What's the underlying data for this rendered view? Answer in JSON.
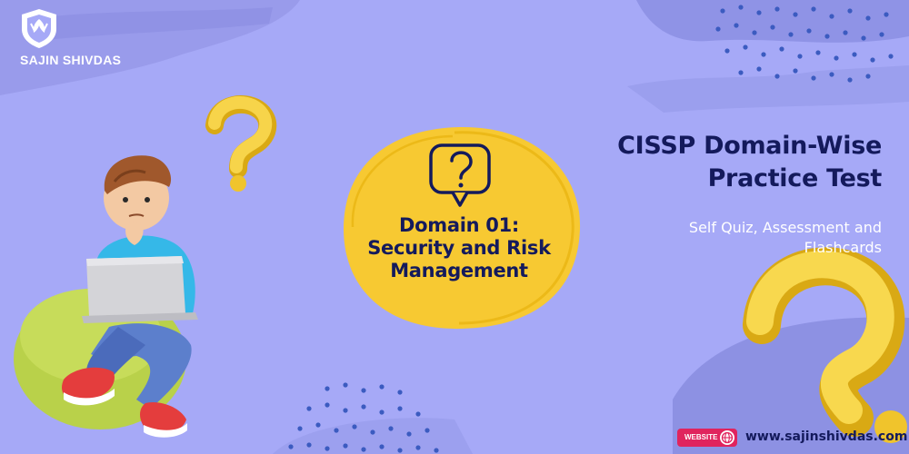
{
  "brand": {
    "name": "SAJIN SHIVDAS"
  },
  "center": {
    "line1": "Domain 01:",
    "line2": "Security and Risk",
    "line3": "Management"
  },
  "headline": {
    "line1": "CISSP Domain-Wise",
    "line2": "Practice Test"
  },
  "subline": {
    "line1": "Self Quiz, Assessment and",
    "line2": "Flashcards"
  },
  "footer": {
    "badge_label": "WEBSITE",
    "url": "www.sajinshivdas.com"
  },
  "icons": [
    "shield-logo-icon",
    "question-bubble-icon",
    "globe-icon"
  ],
  "colors": {
    "background": "#a6a9f7",
    "accent_yellow": "#f7c932",
    "navy_text": "#141a5c",
    "badge_pink": "#e0245e",
    "dot_blue": "#3b5bc0"
  }
}
